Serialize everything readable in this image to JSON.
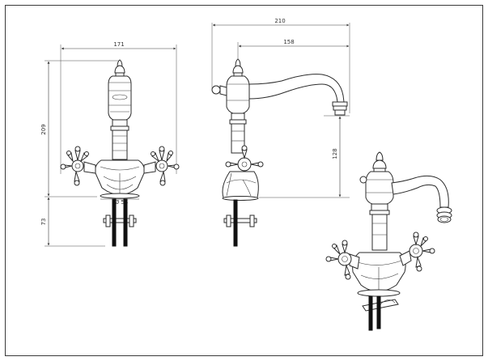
{
  "drawing": {
    "front_view": {
      "width": "171",
      "height": "209",
      "diameter": "Ø 54",
      "below": "73"
    },
    "side_view": {
      "reach_total": "210",
      "reach_spout": "158",
      "spout_height": "128"
    }
  }
}
